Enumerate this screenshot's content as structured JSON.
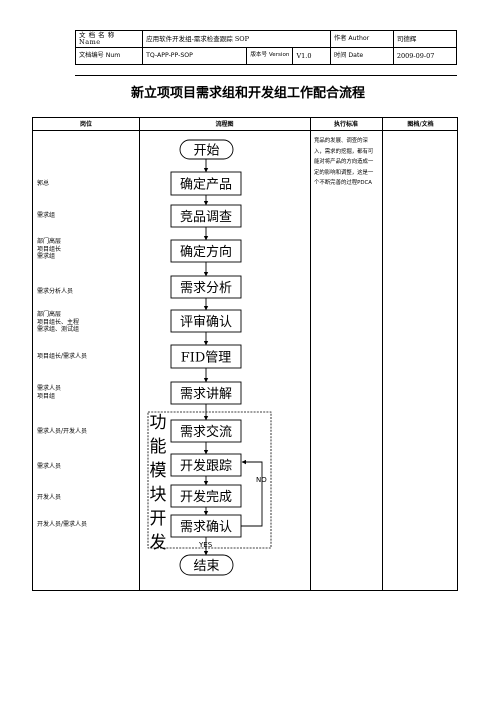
{
  "header": {
    "name_label": "文 档 名 称\nName",
    "name_value": "应用软件开发组-需求检查跟踪 SOP",
    "author_label": "作者 Author",
    "author_value": "司德辉",
    "num_label": "文档编号 Num",
    "num_value": "TQ-APP-PP-SOP",
    "version_label": "版本号 Version",
    "version_value": "V1.0",
    "date_label": "时间 Date",
    "date_value": "2009-09-07"
  },
  "title": "新立项项目需求组和开发组工作配合流程",
  "columns": [
    "岗位",
    "流程图",
    "执行标准",
    "图档/文档"
  ],
  "roles": [
    "郭总",
    "需求组",
    "部门高层\n项目组长\n需求组",
    "需求分析人员",
    "部门高层\n项目组长、主程\n需求组、测试组",
    "项目组长/需求人员",
    "需求人员\n项目组",
    "需求人员/开发人员",
    "需求人员",
    "开发人员",
    "开发人员/需求人员"
  ],
  "standard_text": "竞品的发展、调查的深入，需求的挖掘，都有可能对将产品的方向造成一定的影响和调整，这是一个不断完善的过程PDCA",
  "flow": {
    "start": "开始",
    "steps": [
      "确定产品",
      "竞品调查",
      "确定方向",
      "需求分析",
      "评审确认",
      "FID管理",
      "需求讲解"
    ],
    "loop_steps": [
      "需求交流",
      "开发跟踪",
      "开发完成",
      "需求确认"
    ],
    "side_label": [
      "功",
      "能",
      "模",
      "块",
      "开",
      "发"
    ],
    "no_label": "NO",
    "yes_label": "YES",
    "end": "结束"
  }
}
